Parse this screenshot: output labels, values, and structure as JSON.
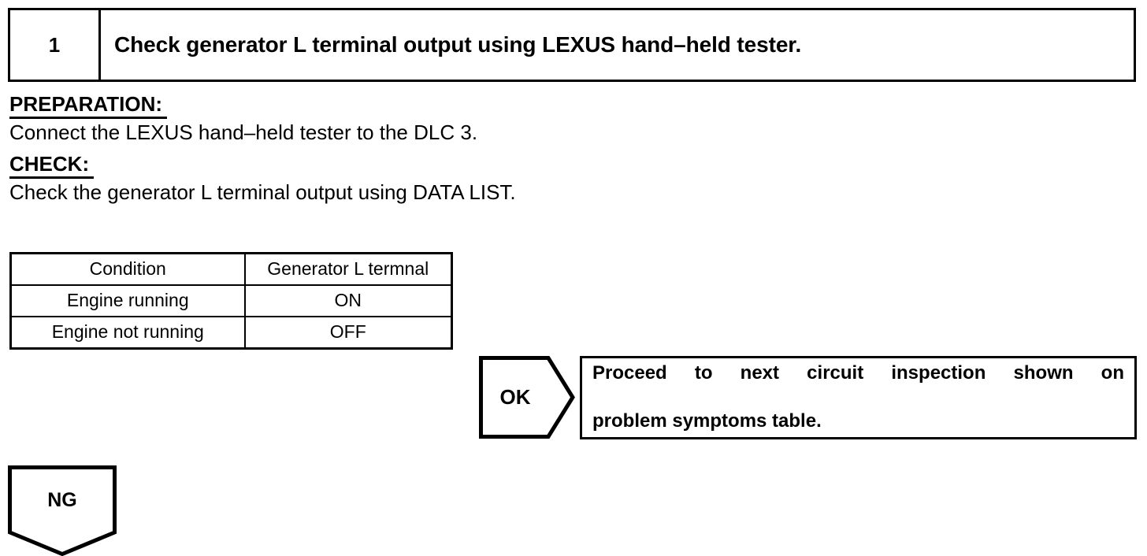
{
  "step": {
    "number": "1",
    "title": "Check generator L terminal output using LEXUS hand–held tester."
  },
  "procedure": {
    "preparation_label": "PREPARATION:",
    "preparation_text": "Connect the LEXUS hand–held tester to the DLC 3.",
    "check_label": "CHECK:",
    "check_text": "Check the generator L terminal output using DATA LIST."
  },
  "spec_table": {
    "headers": [
      "Condition",
      "Generator L termnal"
    ],
    "rows": [
      [
        "Engine running",
        "ON"
      ],
      [
        "Engine not running",
        "OFF"
      ]
    ]
  },
  "branches": {
    "ok_label": "OK",
    "ok_result_line1": "Proceed to next circuit inspection shown on",
    "ok_result_line2": "problem symptoms table.",
    "ng_label": "NG"
  },
  "colors": {
    "ink": "#000000",
    "paper": "#ffffff"
  }
}
